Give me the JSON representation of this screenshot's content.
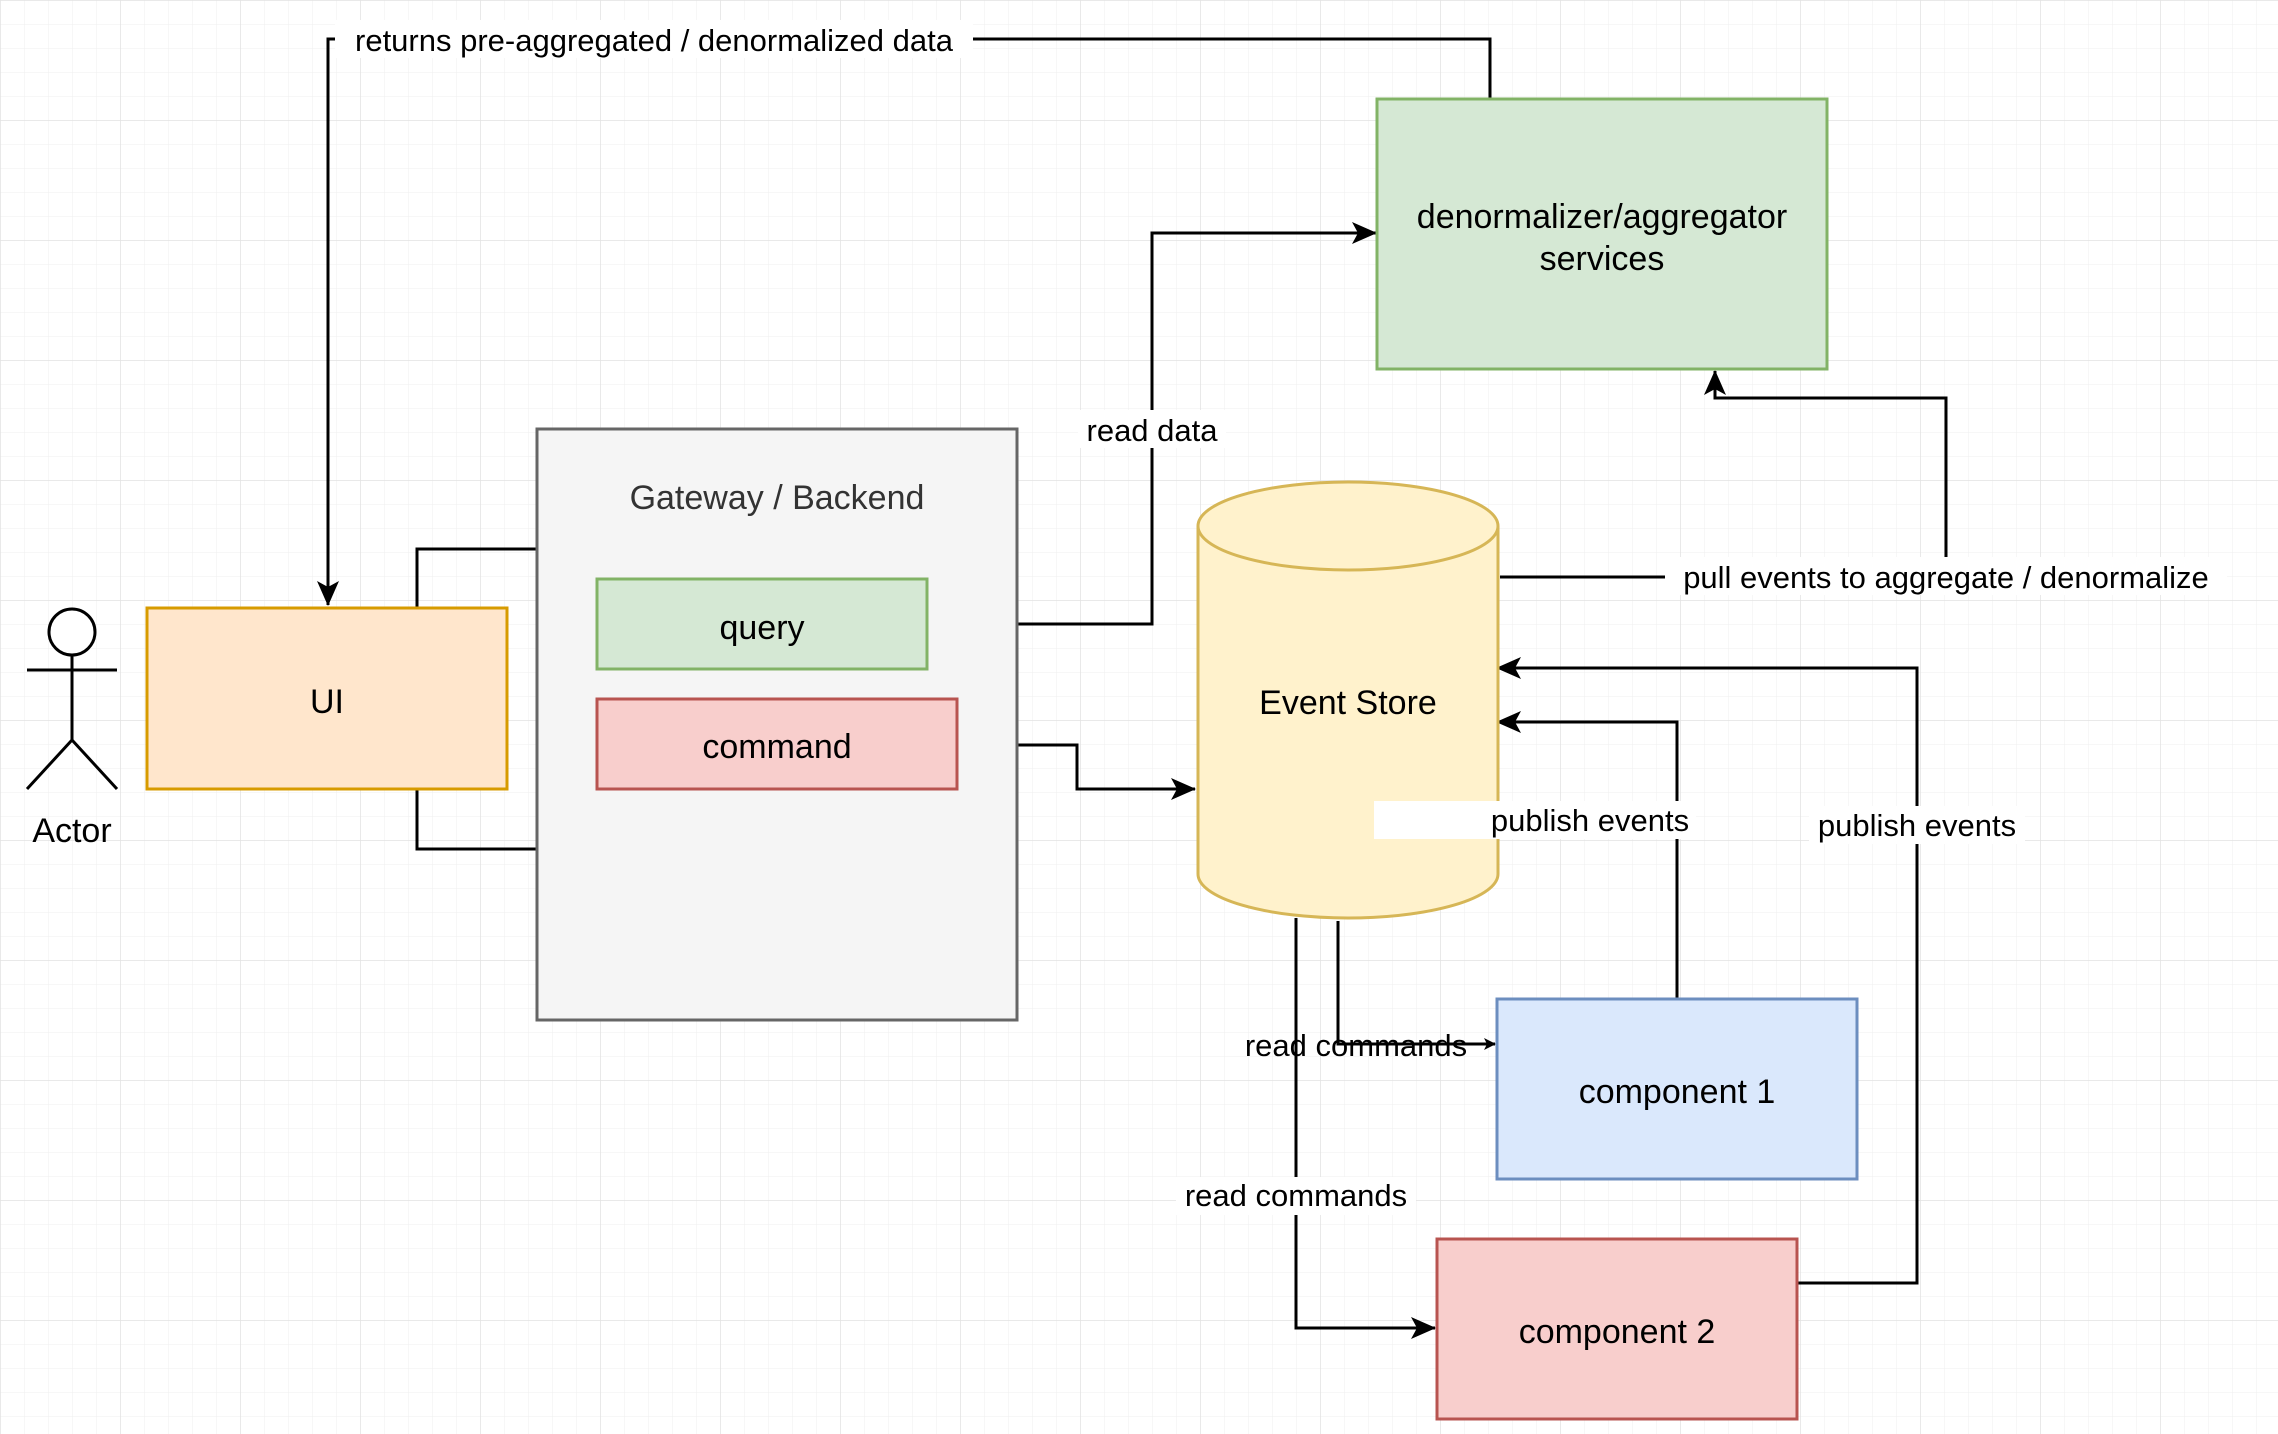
{
  "diagram": {
    "colors": {
      "grid": "#e6e6e6",
      "line": "#000000",
      "ui_fill": "#ffe6cc",
      "ui_stroke": "#d79b00",
      "gateway_fill": "#f5f5f5",
      "gateway_stroke": "#666666",
      "green_fill": "#d5e8d4",
      "green_stroke": "#82b366",
      "red_fill": "#f8cecc",
      "red_stroke": "#b85450",
      "blue_fill": "#dae8fc",
      "blue_stroke": "#6c8ebf",
      "store_fill": "#fff2cc",
      "store_stroke": "#d6b656"
    },
    "nodes": {
      "actor": "Actor",
      "ui": "UI",
      "gateway": "Gateway / Backend",
      "query": "query",
      "command": "command",
      "event_store": "Event Store",
      "denormalizer_line1": "denormalizer/aggregator",
      "denormalizer_line2": "services",
      "component1": "component 1",
      "component2": "component 2"
    },
    "edge_labels": {
      "returns_data": "returns pre-aggregated / denormalized data",
      "read_data": "read data",
      "pull_events": "pull events to aggregate / denormalize",
      "publish_events_1": "publish events",
      "publish_events_2": "publish events",
      "read_commands_1": "read commands",
      "read_commands_2": "read commands"
    }
  }
}
